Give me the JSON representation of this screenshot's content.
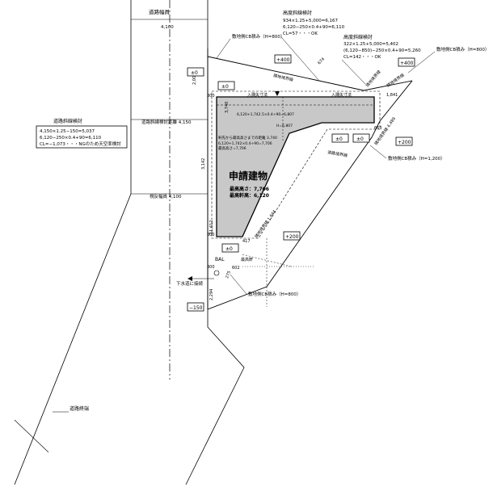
{
  "labels": {
    "road_width_top": "道路幅員",
    "road_width_top_val": "4,100",
    "cb_wall_800_top": "敷地側CB積み（H=800）",
    "height_check_title_1": "高度斜線検討",
    "height_check_1_line1": "934×1.25+5,000=6,167",
    "height_check_1_line2": "6,120−250×0.4+90=6,110",
    "height_check_1_line3": "CL=57・・・OK",
    "height_check_title_2": "高度斜線検討",
    "height_check_2_line1": "322×1.25+5,000=5,402",
    "height_check_2_line2": "(6,120−850)−250×0.4+90=5,260",
    "height_check_2_line3": "CL=142・・・OK",
    "cb_wall_800_right": "敷地側CB積み（H=800）",
    "level_plus400_a": "+400",
    "level_plus400_b": "+400",
    "level_pm0_a": "±0",
    "level_pm0_b": "±0",
    "level_pm0_c": "±0",
    "level_pm0_d": "±0",
    "level_pm0_e": "±0",
    "level_plus200_a": "+200",
    "level_plus200_b": "+200",
    "level_minus150": "−150",
    "road_slope_title": "道路斜線検討",
    "road_slope_line1": "4,150×1.25−150=5,037",
    "road_slope_line2": "6,120−250×0.4+90=6,110",
    "road_slope_line3": "CL=−1,073・・・NGのため天空率検討",
    "road_slope_dist": "道路斜線検討距離 4,150",
    "visual_width": "視反幅員 4,100",
    "building_title": "申請建物",
    "max_height": "最高高さ：7,706",
    "max_eave": "最高軒高：6,120",
    "cb_wall_1200": "敷地側CB積み（H=1,200）",
    "cb_wall_800_bottom": "敷地側CB積み（H=800）",
    "sewer": "下水道に接続",
    "road_end": "道路終端",
    "bal": "BAL",
    "max_eave_mark": "最高軒",
    "dim_2000": "2,000",
    "dim_4100_dist": "4,100",
    "dim_1841": "1,841",
    "dim_663": "663",
    "dim_300_a": "300",
    "dim_300_b": "300",
    "dim_300_c": "300",
    "dim_300_d": "300",
    "dim_2294": "2,294",
    "dim_11612": "11,612",
    "dim_3740": "3,740",
    "dim_3142": "3,142",
    "dim_275": "275",
    "dim_602": "602",
    "dim_417": "417",
    "dim_674": "674",
    "boundary_1": "隣地境界線",
    "boundary_2": "隣地境界線",
    "boundary_3": "隣地境界線",
    "boundary_4": "隣地境界線 1,644",
    "boundary_5": "隣地境界線 4,489",
    "boundary_6": "道路境界線",
    "setback_1": "入隅矢寸法",
    "setback_2": "入隅矢寸法",
    "eave_note_1": "軒先から最高高さまでの距離 3,740",
    "eave_note_2": "6,120+1,742×0.4÷90=7,706",
    "eave_note_3": "最高高さ=7,706",
    "roof_note": "6,120+1,742.5×0.4÷90=6,807",
    "roof_note_2": "H=6,807"
  }
}
